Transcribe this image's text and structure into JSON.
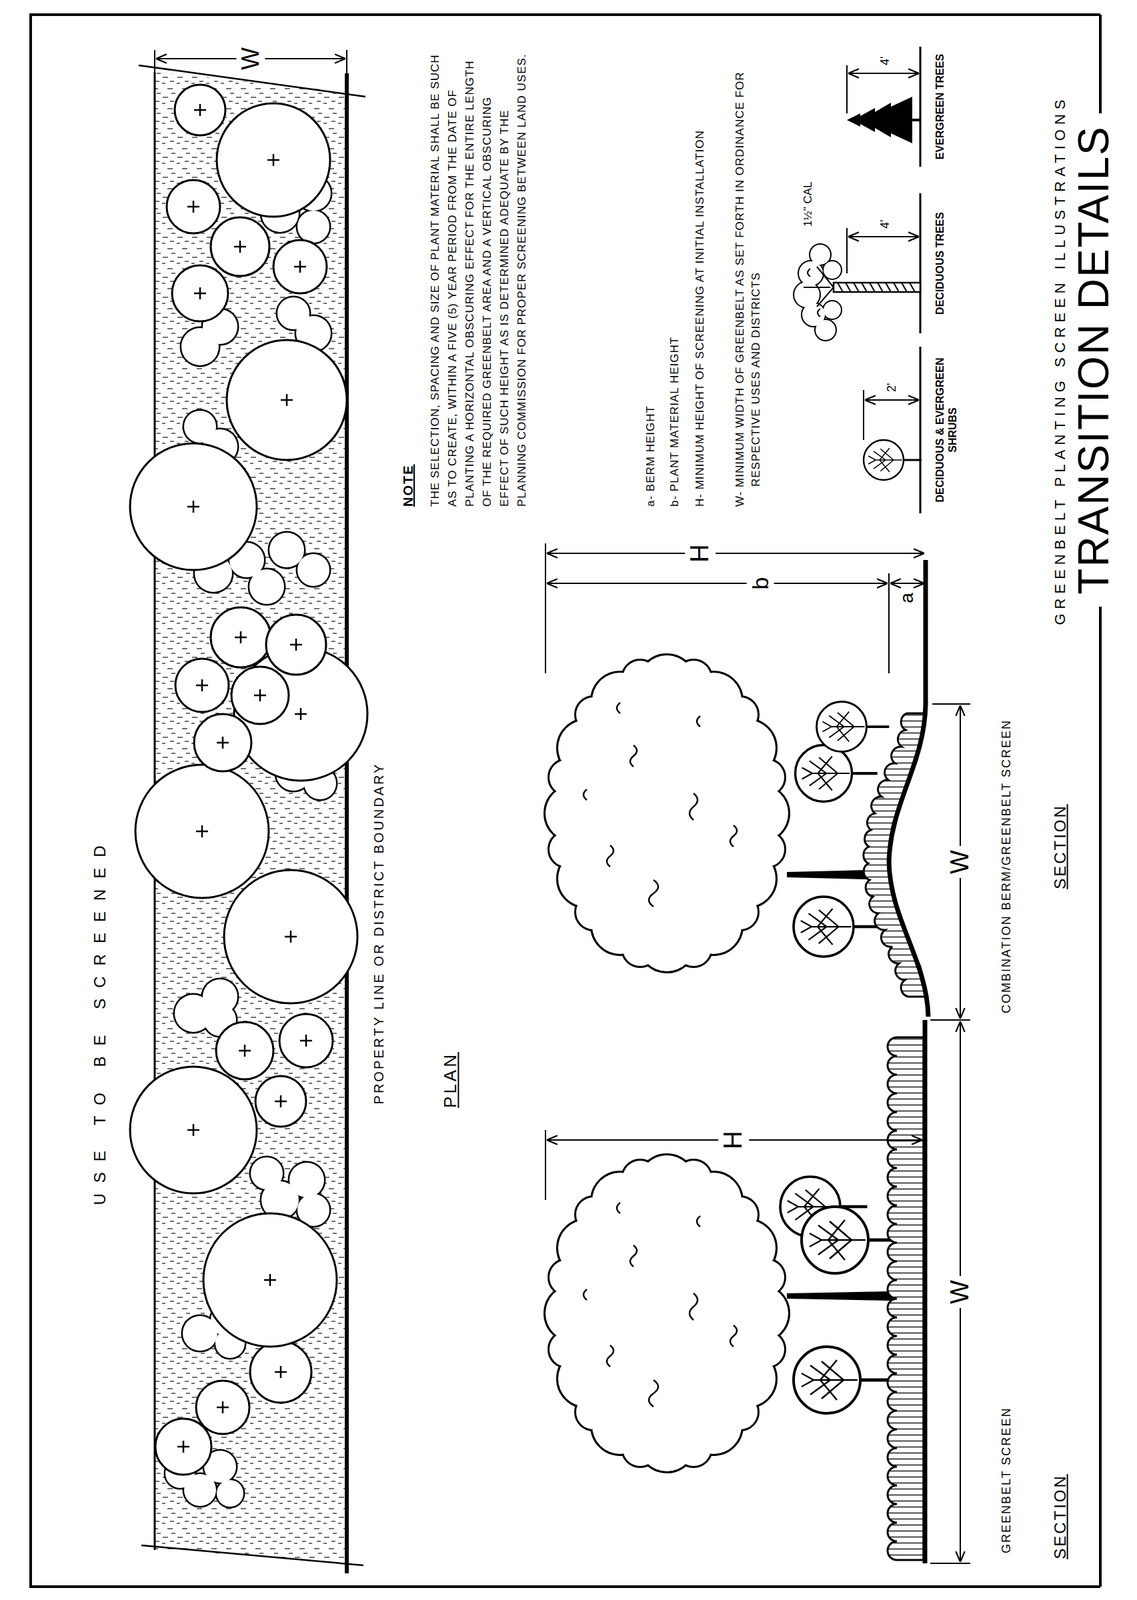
{
  "diagram": {
    "title": "TRANSITION DETAILS",
    "labels": [
      "USE TO BE SCREENED",
      "W",
      "PROPERTY LINE OR DISTRICT BOUNDARY",
      "PLAN",
      "NOTE",
      "THE SELECTION, SPACING AND SIZE OF PLANT MATERIAL SHALL BE SUCH AS TO CREATE, WITHIN A FIVE (5) YEAR PERIOD FROM THE DATE OF PLANTING A HORIZONTAL OBSCURING EFFECT FOR THE ENTIRE LENGTH OF THE REQUIRED GREENBELT AREA AND A VERTICAL OBSCURING EFFECT OF SUCH HEIGHT AS IS DETERMINED ADEQUATE BY THE PLANNING COMMISSION FOR PROPER SCREENING BETWEEN LAND USES.",
      "a- BERM HEIGHT",
      "b- PLANT MATERIAL HEIGHT",
      "H- MINIMUM HEIGHT OF SCREENING AT INITIAL INSTALLATION",
      "W- MINIMUM WIDTH OF GREENBELT AS SET FORTH IN ORDINANCE FOR RESPECTIVE USES AND DISTRICTS",
      "2'",
      "DECIDUOUS & EVERGREEN SHRUBS",
      "1½\" CAL",
      "4'",
      "DECIDUOUS TREES",
      "4'",
      "EVERGREEN TREES",
      "H",
      "W",
      "GREENBELT SCREEN",
      "SECTION",
      "H",
      "b",
      "a",
      "W",
      "COMBINATION BERM/GREENBELT SCREEN",
      "SECTION",
      "GREENBELT PLANTING SCREEN ILLUSTRATIONS"
    ]
  }
}
